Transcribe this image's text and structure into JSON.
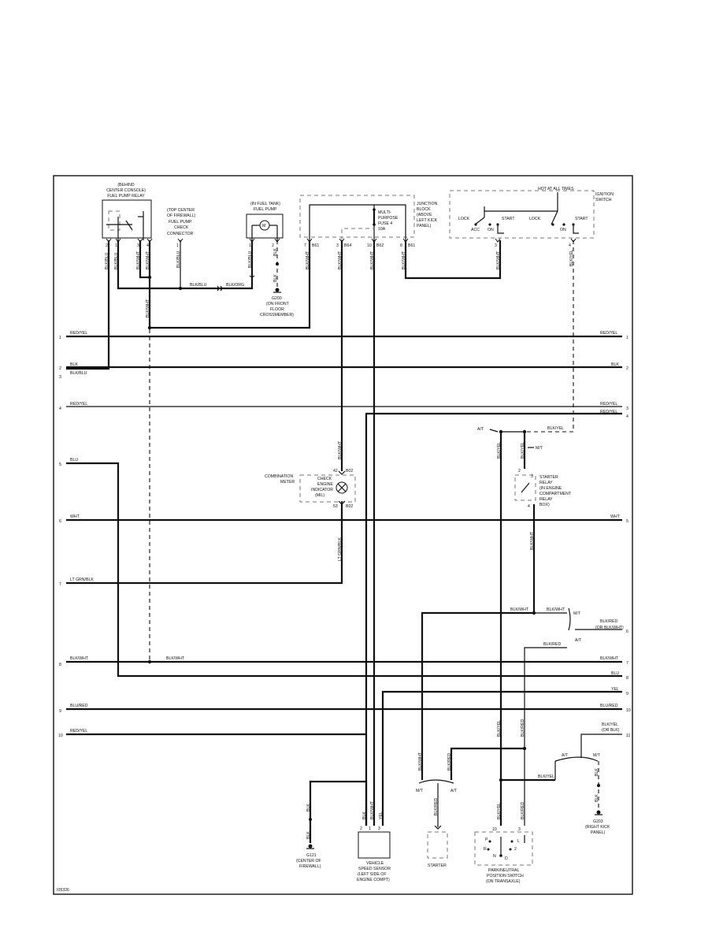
{
  "figure_id": "I05326",
  "components": {
    "fuel_pump_relay": [
      "(BEHIND",
      "CENTER CONSOLE)",
      "FUEL PUMP RELAY"
    ],
    "check_connector": [
      "(TOP CENTER",
      "OF FIREWALL)",
      "FUEL PUMP",
      "CHECK",
      "CONNECTOR"
    ],
    "fuel_pump": [
      "(IN FUEL TANK)",
      "FUEL PUMP"
    ],
    "motor_symbol": "M",
    "junction_block": [
      "JUNCTION",
      "BLOCK",
      "(ABOVE",
      "LEFT KICK",
      "PANEL)"
    ],
    "fuse": [
      "MULTI-",
      "PURPOSE",
      "FUSE 4",
      "10A"
    ],
    "ignition_switch": {
      "label": [
        "IGNITION",
        "SWITCH"
      ],
      "hot_label": "HOT AT ALL TIMES",
      "positions": [
        "LOCK",
        "ACC",
        "ON",
        "START",
        "LOCK",
        "ON",
        "START"
      ]
    },
    "g200": [
      "G200",
      "(ON FRONT",
      "FLOOR",
      "CROSSMEMBER)"
    ],
    "combination_meter": [
      "COMBINATION",
      "METER"
    ],
    "check_engine": [
      "CHECK",
      "ENGINE",
      "INDICATOR",
      "(MIL)"
    ],
    "starter_relay": [
      "STARTER",
      "RELAY",
      "(IN ENGINE",
      "COMPARTMENT",
      "RELAY",
      "BOX)"
    ],
    "g121": [
      "G121",
      "(CENTER OF",
      "FIREWALL)"
    ],
    "vss": [
      "VEHICLE",
      "SPEED SENSOR",
      "(LEFT SIDE OF",
      "ENGINE COMPT)"
    ],
    "starter": [
      "STARTER"
    ],
    "park_neutral": [
      "PARK/NEUTRAL",
      "POSITION SWITCH",
      "(ON TRANSAXLE)"
    ],
    "gear_letters": [
      "P",
      "R",
      "N",
      "D",
      "2",
      "L"
    ],
    "g203": [
      "G203",
      "(RIGHT KICK",
      "PANEL)"
    ]
  },
  "pins": {
    "relay": [
      "2",
      "1",
      "3",
      "4"
    ],
    "connector": "1",
    "pump": [
      "1",
      "2"
    ],
    "jb": [
      "7",
      "3",
      "10",
      "8"
    ],
    "jb_conn": [
      "B61",
      "B64",
      "B62",
      "B61"
    ],
    "ign": [
      "3",
      "4"
    ],
    "meter": [
      "42",
      "53"
    ],
    "meter_conn": [
      "B02",
      "B02"
    ],
    "starter_relay": [
      "2",
      "3",
      "4"
    ],
    "vss": [
      "2",
      "1",
      "3"
    ],
    "pnp": [
      "10",
      "3"
    ]
  },
  "wire_labels": {
    "relay_wires": [
      "BLK/BLU",
      "BLK/BLU",
      "BLK/WHT",
      "BLK/WHT"
    ],
    "connector_wire": "BLK/BLU",
    "pump_wires": [
      "BLK/BLU",
      "BLK"
    ],
    "horiz_blkblu": "BLK/BLU",
    "horiz_blkorg": "BLK/ORG",
    "pump_gnd": "BLK",
    "relay_down": "BLK/WHT",
    "jb_wires": [
      "BLK/WHT",
      "BLK/WHT",
      "BLK/WHT",
      "BLK/WHT"
    ],
    "ign_wires": [
      "BLK/WHT",
      "BLK/YEL"
    ],
    "meter_top": "BLK/WHT",
    "meter_bottom": "LT GRN/BLK",
    "at_label": "A/T",
    "mt_label": "M/T",
    "blkyel_top": "BLK/YEL",
    "blkyel_at": "BLK/YEL",
    "blkyel_mt": "BLK/YEL",
    "relay_out": "BLK/WHT",
    "blkwht_left": "BLK/WHT",
    "blkwht_right": "BLK/WHT",
    "mt_bracket": "M/T",
    "at_bracket": "A/T",
    "blkred": "BLK/RED",
    "right6": [
      "BLK/RED",
      "(OR BLK/WHT)"
    ],
    "blk_yel_drop": "BLK/YEL",
    "blk_red_drop": "BLK/RED",
    "g203_lbl": [
      "BLK/YEL",
      "(OR BLK)"
    ],
    "g203_at": "A/T",
    "g203_mt": "M/T",
    "g203_blk1": "BLK",
    "g203_blk2": "BLK",
    "blkyel_h": "BLK/YEL",
    "starter_bw": "BLK/WHT",
    "starter_br": "BLK/RED",
    "starter_mt": "M/T",
    "starter_at": "A/T",
    "starter_in": "BLK/RED",
    "g121_blk1": "BLK",
    "g121_blk2": "BLK",
    "vss_wires": [
      "BLK",
      "BLK/WHT",
      "YEL"
    ],
    "pnp_wires": [
      "BLK/YEL",
      "BLK/RED"
    ]
  },
  "left_circuits": [
    {
      "n": "1",
      "label": "RED/YEL"
    },
    {
      "n": "2",
      "label": "BLK"
    },
    {
      "n": "3",
      "label": "BLK/BLU"
    },
    {
      "n": "4",
      "label": "RED/YEL"
    },
    {
      "n": "5",
      "label": "BLU"
    },
    {
      "n": "6",
      "label": "WHT"
    },
    {
      "n": "7",
      "label": "LT GRN/BLK"
    },
    {
      "n": "8",
      "label": "BLK/WHT"
    },
    {
      "n": "9",
      "label": "BLU/RED"
    },
    {
      "n": "10",
      "label": "RED/YEL"
    }
  ],
  "right_circuits": [
    {
      "n": "1",
      "label": "RED/YEL"
    },
    {
      "n": "2",
      "label": "BLK"
    },
    {
      "n": "3",
      "label": "RED/YEL"
    },
    {
      "n": "4",
      "label": "RED/YEL"
    },
    {
      "n": "5",
      "label": "WHT"
    },
    {
      "n": "6",
      "label": ""
    },
    {
      "n": "7",
      "label": "BLK/WHT"
    },
    {
      "n": "8",
      "label": "BLU"
    },
    {
      "n": "9",
      "label": "YEL"
    },
    {
      "n": "10",
      "label": "BLU/RED"
    },
    {
      "n": "11",
      "label": ""
    }
  ],
  "mid_labels": {
    "blkwht_row8": "BLK/WHT"
  }
}
